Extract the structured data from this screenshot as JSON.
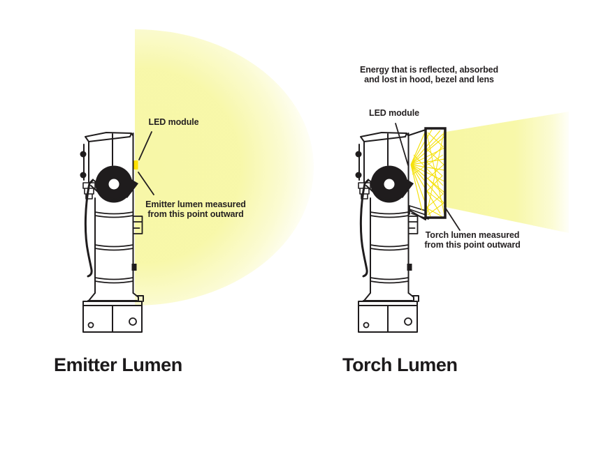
{
  "left_panel": {
    "led_module_label": "LED module",
    "measure_label": "Emitter lumen measured\nfrom this point outward",
    "title": "Emitter Lumen"
  },
  "right_panel": {
    "energy_loss_label": "Energy that is reflected, absorbed\nand lost in hood, bezel and lens",
    "led_module_label": "LED module",
    "measure_label": "Torch lumen measured\nfrom this point outward",
    "title": "Torch Lumen"
  },
  "colors": {
    "glow_yellow": "#f7f7a5",
    "ray_yellow": "#f5e000",
    "led_dot_yellow": "#ffe100",
    "ink": "#231f20",
    "background": "#ffffff"
  }
}
